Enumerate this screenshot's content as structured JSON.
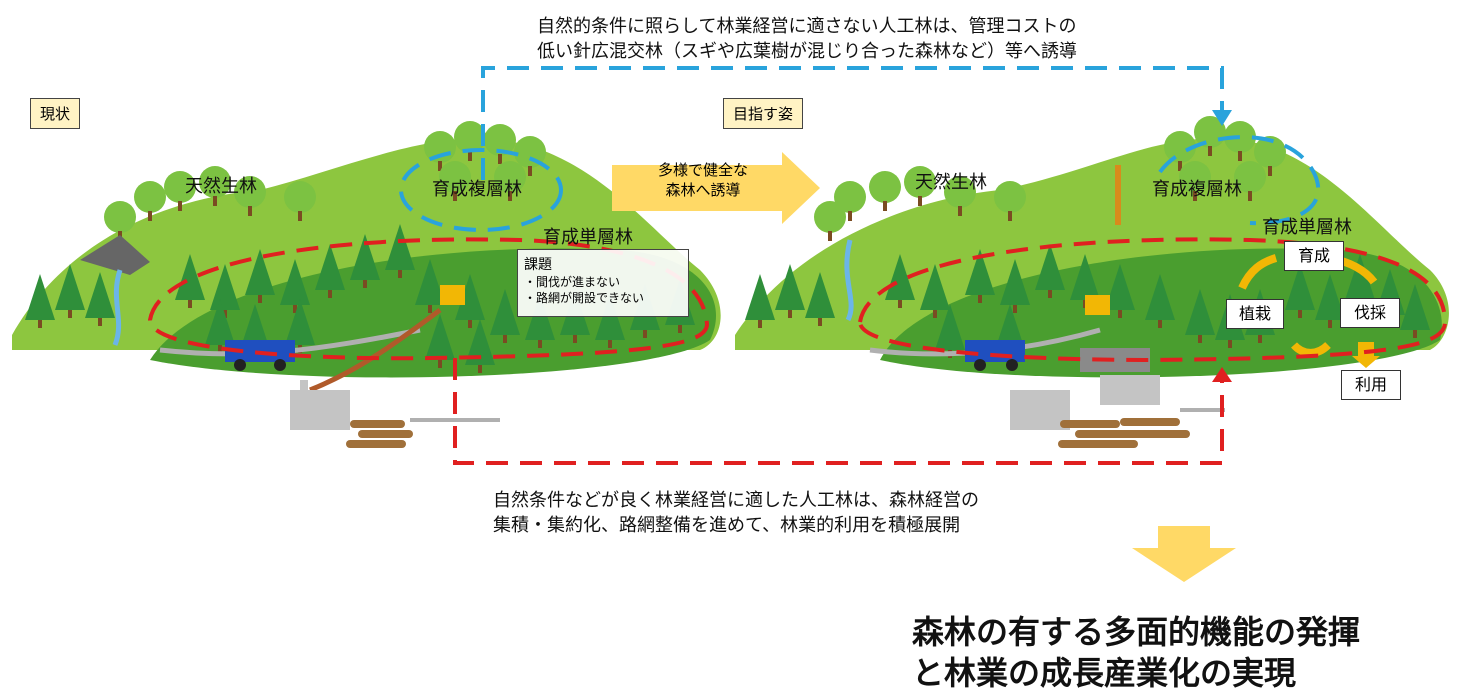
{
  "top_caption": {
    "line1": "自然的条件に照らして林業経営に適さない人工林は、管理コストの",
    "line2": "低い針広混交林（スギや広葉樹が混じり合った森林など）等へ誘導"
  },
  "bottom_caption": {
    "line1": "自然条件などが良く林業経営に適した人工林は、森林経営の",
    "line2": "集積・集約化、路網整備を進めて、林業的利用を積極展開"
  },
  "current": {
    "tag": "現状",
    "natural_forest": "天然生林",
    "multi_layer": "育成複層林",
    "single_layer": "育成単層林",
    "issues": {
      "title": "課題",
      "items": [
        "・間伐が進まない",
        "・路網が開設できない"
      ]
    }
  },
  "guide_arrow": {
    "line1": "多様で健全な",
    "line2": "森林へ誘導"
  },
  "target": {
    "tag": "目指す姿",
    "natural_forest": "天然生林",
    "multi_layer": "育成複層林",
    "single_layer": "育成単層林",
    "cycle": {
      "grow": "育成",
      "plant": "植栽",
      "harvest": "伐採",
      "use": "利用"
    }
  },
  "conclusion": {
    "line1": "森林の有する多面的機能の発揮",
    "line2": "と林業の成長産業化の実現"
  },
  "colors": {
    "blue_dashed": "#29a3dc",
    "red_dashed": "#e02020",
    "arrow_yellow": "#ffd966",
    "tag_bg": "#fff3c4"
  }
}
